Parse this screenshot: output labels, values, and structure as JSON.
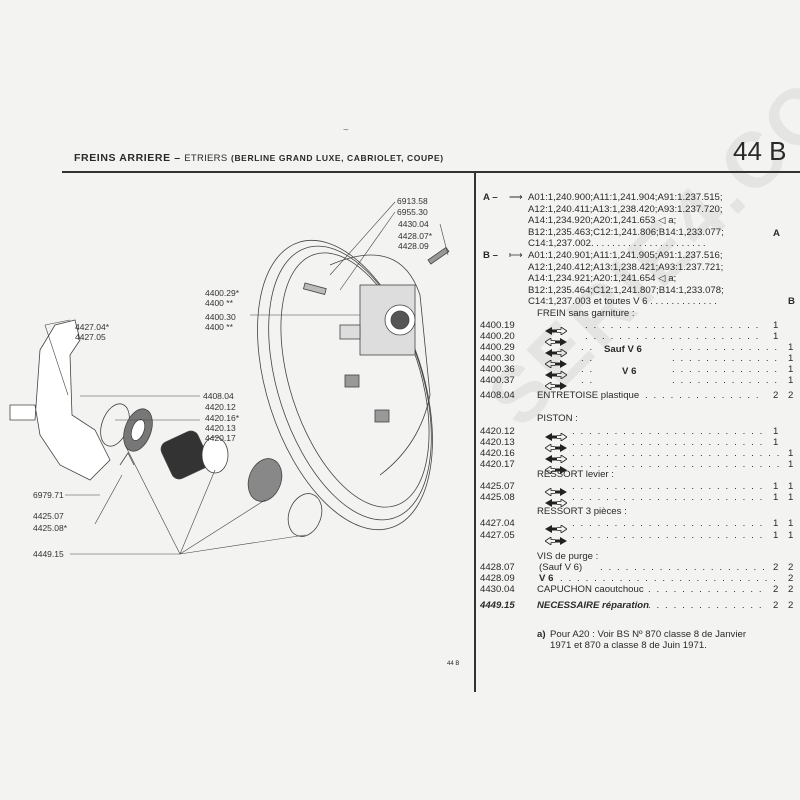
{
  "header": {
    "title": "FREINS ARRIERE",
    "dash": "–",
    "subtitle": "ETRIERS",
    "models": "(BERLINE GRAND LUXE, CABRIOLET, COUPE)",
    "page_number": "44 B",
    "footer_page": "44 B"
  },
  "watermark": "SERIE4.COM",
  "applicability": {
    "A": {
      "label": "A –",
      "lines": [
        "A01:1,240.900;A11:1,241.904;A91:1.237.515;",
        "A12:1,240.411;A13:1,238.420;A93:1.237.720;",
        "A14:1,234.920;A20:1,241.653 ◁ a;",
        "B12:1,235.463;C12:1,241.806;B14:1,233.077;",
        "C14:1,237.002. . . . . . . . . . . . . . . . . . . . . ."
      ],
      "end_label": "A"
    },
    "B": {
      "label": "B –",
      "lines": [
        "A01:1,240.901;A11:1,241.905;A91:1.237.516;",
        "A12:1,240.412;A13:1,238.421;A93:1.237.721;",
        "A14:1,234.921;A20:1,241.654 ◁ a;",
        "B12:1,235.464;C12:1,241.807;B14:1,233.078;",
        "C14:1,237.003 et toutes V 6 . . . . . . . . . . . . ."
      ],
      "end_label": "B"
    }
  },
  "parts": {
    "frein_title": "FREIN sans garniture :",
    "frein": [
      {
        "ref": "4400.19",
        "icon": "left-arrow-icon",
        "qa": "1",
        "qb": ""
      },
      {
        "ref": "4400.20",
        "icon": "right-arrow-icon",
        "qa": "1",
        "qb": ""
      },
      {
        "ref": "4400.29",
        "icon": "left-arrow-icon",
        "qa": "",
        "qb": "1"
      },
      {
        "ref": "4400.30",
        "icon": "right-arrow-icon",
        "qa": "",
        "qb": "1"
      },
      {
        "ref": "4400.36",
        "icon": "left-arrow-icon",
        "qa": "",
        "qb": "1"
      },
      {
        "ref": "4400.37",
        "icon": "right-arrow-icon",
        "qa": "",
        "qb": "1"
      }
    ],
    "sauf_v6": "Sauf V 6",
    "v6": "V 6",
    "entretoise": {
      "ref": "4408.04",
      "label": "ENTRETOISE plastique",
      "qa": "2",
      "qb": "2"
    },
    "piston_title": "PISTON :",
    "piston": [
      {
        "ref": "4420.12",
        "icon": "left-arrow-icon",
        "qa": "1",
        "qb": ""
      },
      {
        "ref": "4420.13",
        "icon": "right-arrow-icon",
        "qa": "1",
        "qb": ""
      },
      {
        "ref": "4420.16",
        "icon": "left-arrow-icon",
        "qa": "",
        "qb": "1"
      },
      {
        "ref": "4420.17",
        "icon": "right-arrow-icon",
        "qa": "",
        "qb": "1"
      }
    ],
    "ressort_levier_title": "RESSORT levier :",
    "ressort_levier": [
      {
        "ref": "4425.07",
        "icon": "right-arrow-icon",
        "qa": "1",
        "qb": "1"
      },
      {
        "ref": "4425.08",
        "icon": "left-arrow-icon",
        "qa": "1",
        "qb": "1"
      }
    ],
    "ressort3_title": "RESSORT 3 pièces :",
    "ressort3": [
      {
        "ref": "4427.04",
        "icon": "left-arrow-icon",
        "qa": "1",
        "qb": "1"
      },
      {
        "ref": "4427.05",
        "icon": "right-arrow-icon",
        "qa": "1",
        "qb": "1"
      }
    ],
    "vis_title": "VIS de purge :",
    "vis": [
      {
        "ref": "4428.07",
        "label": "(Sauf V 6)",
        "qa": "2",
        "qb": "2"
      },
      {
        "ref": "4428.09",
        "label": "V 6",
        "qa": "",
        "qb": "2"
      }
    ],
    "capuchon": {
      "ref": "4430.04",
      "label": "CAPUCHON caoutchouc",
      "qa": "2",
      "qb": "2"
    },
    "necessaire": {
      "ref": "4449.15",
      "label": "NECESSAIRE réparation",
      "qa": "2",
      "qb": "2"
    },
    "note_marker": "a)",
    "note_line1": "Pour A20 : Voir BS Nº 870 classe 8 de Janvier",
    "note_line2": "1971 et 870 a classe 8 de Juin 1971."
  },
  "diagram_labels": {
    "l6913": "6913.58",
    "l6955": "6955.30",
    "l4430": "4430.04",
    "l4428a": "4428.07*",
    "l4428b": "4428.09",
    "l4400a": "4400.29*",
    "l4400b": "4400 **",
    "l4400c": "4400.30",
    "l4400d": "4400 **",
    "l4408": "4408.04",
    "l4420a": "4420.12",
    "l4420b": "4420.16*",
    "l4420c": "4420.13",
    "l4420d": "4420.17",
    "l4427a": "4427.04*",
    "l4427b": "4427.05",
    "l6979": "6979.71",
    "l4425a": "4425.07",
    "l4425b": "4425.08*",
    "l4449": "4449.15"
  }
}
